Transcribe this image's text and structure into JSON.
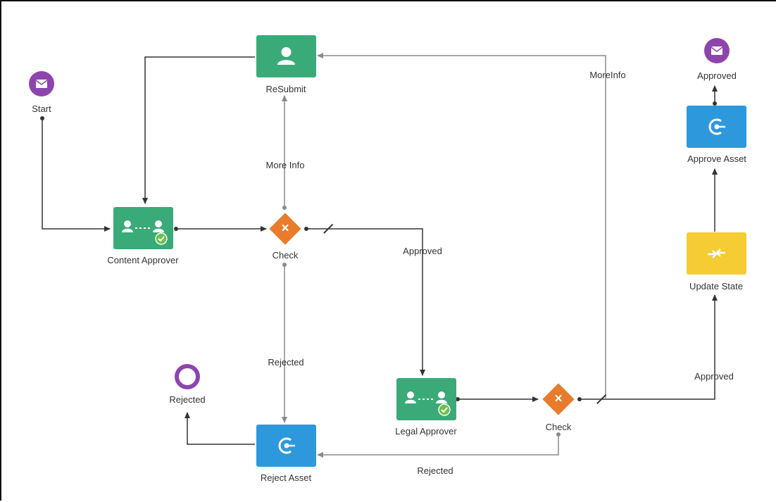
{
  "diagram": {
    "nodes": {
      "start": {
        "label": "Start",
        "icon": "envelope-icon",
        "color": "#8e44ad"
      },
      "resubmit": {
        "label": "ReSubmit",
        "icon": "user-icon",
        "color": "#3aaa79"
      },
      "content_approver": {
        "label": "Content Approver",
        "icon": "approval-task-icon",
        "color": "#3aaa79"
      },
      "check_1": {
        "label": "Check",
        "icon": "x-icon",
        "color": "#e87c2c"
      },
      "legal_approver": {
        "label": "Legal Approver",
        "icon": "approval-task-icon",
        "color": "#3aaa79"
      },
      "check_2": {
        "label": "Check",
        "icon": "x-icon",
        "color": "#e87c2c"
      },
      "reject_asset": {
        "label": "Reject Asset",
        "icon": "service-icon",
        "color": "#2e98dd"
      },
      "rejected_end": {
        "label": "Rejected",
        "icon": "end-event-icon",
        "color": "#8e44ad"
      },
      "update_state": {
        "label": "Update State",
        "icon": "merge-arrows-icon",
        "color": "#f5cc34"
      },
      "approve_asset": {
        "label": "Approve Asset",
        "icon": "service-icon",
        "color": "#2e98dd"
      },
      "approved_end": {
        "label": "Approved",
        "icon": "envelope-icon",
        "color": "#8e44ad"
      }
    },
    "edges": [
      {
        "from": "Start",
        "to": "Content Approver",
        "label": ""
      },
      {
        "from": "Content Approver",
        "to": "Check",
        "label": ""
      },
      {
        "from": "Check",
        "to": "ReSubmit",
        "label": "More Info"
      },
      {
        "from": "ReSubmit",
        "to": "Content Approver",
        "label": ""
      },
      {
        "from": "Check",
        "to": "Legal Approver",
        "label": "Approved"
      },
      {
        "from": "Check",
        "to": "Reject Asset",
        "label": "Rejected"
      },
      {
        "from": "Legal Approver",
        "to": "Check",
        "label": ""
      },
      {
        "from": "Check",
        "to": "ReSubmit",
        "label": "MoreInfo"
      },
      {
        "from": "Check",
        "to": "Update State",
        "label": "Approved"
      },
      {
        "from": "Check",
        "to": "Reject Asset",
        "label": "Rejected"
      },
      {
        "from": "Reject Asset",
        "to": "Rejected",
        "label": ""
      },
      {
        "from": "Update State",
        "to": "Approve Asset",
        "label": ""
      },
      {
        "from": "Approve Asset",
        "to": "Approved",
        "label": ""
      }
    ]
  }
}
